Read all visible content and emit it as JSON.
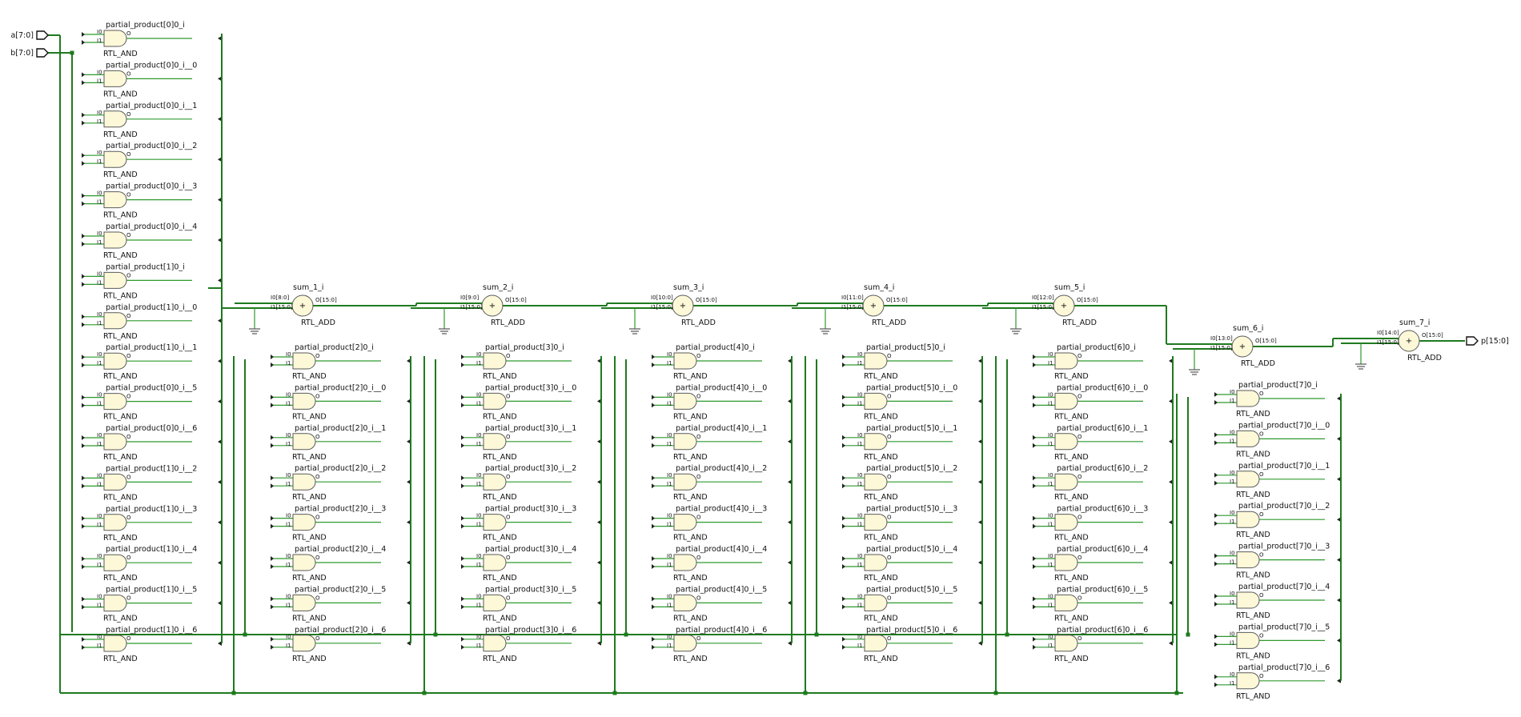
{
  "ports": {
    "inputs": [
      "a[7:0]",
      "b[7:0]"
    ],
    "output": "p[15:0]"
  },
  "cell_types": {
    "and_type": "RTL_AND",
    "add_type": "RTL_ADD",
    "add_symbol": "+"
  },
  "pins": {
    "and_in0": "I0",
    "and_in1": "I1",
    "and_out": "O",
    "add_in1": "I1[15:0]",
    "add_out": "O[15:0]"
  },
  "and_columns": [
    [
      "partial_product[0]0_i",
      "partial_product[0]0_i__0",
      "partial_product[0]0_i__1",
      "partial_product[0]0_i__2",
      "partial_product[0]0_i__3",
      "partial_product[0]0_i__4",
      "partial_product[1]0_i",
      "partial_product[1]0_i__0",
      "partial_product[1]0_i__1",
      "partial_product[0]0_i__5",
      "partial_product[0]0_i__6",
      "partial_product[1]0_i__2",
      "partial_product[1]0_i__3",
      "partial_product[1]0_i__4",
      "partial_product[1]0_i__5",
      "partial_product[1]0_i__6"
    ],
    [
      "partial_product[2]0_i",
      "partial_product[2]0_i__0",
      "partial_product[2]0_i__1",
      "partial_product[2]0_i__2",
      "partial_product[2]0_i__3",
      "partial_product[2]0_i__4",
      "partial_product[2]0_i__5",
      "partial_product[2]0_i__6"
    ],
    [
      "partial_product[3]0_i",
      "partial_product[3]0_i__0",
      "partial_product[3]0_i__1",
      "partial_product[3]0_i__2",
      "partial_product[3]0_i__3",
      "partial_product[3]0_i__4",
      "partial_product[3]0_i__5",
      "partial_product[3]0_i__6"
    ],
    [
      "partial_product[4]0_i",
      "partial_product[4]0_i__0",
      "partial_product[4]0_i__1",
      "partial_product[4]0_i__2",
      "partial_product[4]0_i__3",
      "partial_product[4]0_i__4",
      "partial_product[4]0_i__5",
      "partial_product[4]0_i__6"
    ],
    [
      "partial_product[5]0_i",
      "partial_product[5]0_i__0",
      "partial_product[5]0_i__1",
      "partial_product[5]0_i__2",
      "partial_product[5]0_i__3",
      "partial_product[5]0_i__4",
      "partial_product[5]0_i__5",
      "partial_product[5]0_i__6"
    ],
    [
      "partial_product[6]0_i",
      "partial_product[6]0_i__0",
      "partial_product[6]0_i__1",
      "partial_product[6]0_i__2",
      "partial_product[6]0_i__3",
      "partial_product[6]0_i__4",
      "partial_product[6]0_i__5",
      "partial_product[6]0_i__6"
    ],
    [
      "partial_product[7]0_i",
      "partial_product[7]0_i__0",
      "partial_product[7]0_i__1",
      "partial_product[7]0_i__2",
      "partial_product[7]0_i__3",
      "partial_product[7]0_i__4",
      "partial_product[7]0_i__5",
      "partial_product[7]0_i__6"
    ]
  ],
  "adders": [
    {
      "name": "sum_1_i",
      "in0": "I0[8:0]"
    },
    {
      "name": "sum_2_i",
      "in0": "I0[9:0]"
    },
    {
      "name": "sum_3_i",
      "in0": "I0[10:0]"
    },
    {
      "name": "sum_4_i",
      "in0": "I0[11:0]"
    },
    {
      "name": "sum_5_i",
      "in0": "I0[12:0]"
    },
    {
      "name": "sum_6_i",
      "in0": "I0[13:0]"
    },
    {
      "name": "sum_7_i",
      "in0": "I0[14:0]"
    }
  ],
  "colors": {
    "wire": "#2f9a2f",
    "bus": "#1f7a1f",
    "gate_fill": "#fdf8d8",
    "gate_stroke": "#5a5a5a",
    "port": "#111111"
  }
}
